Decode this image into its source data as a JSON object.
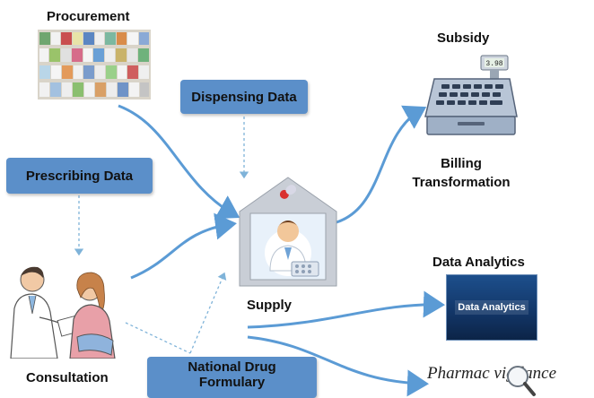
{
  "nodes": {
    "procurement": "Procurement",
    "subsidy": "Subsidy",
    "billing": "Billing\nTransformation",
    "dispensing_data": "Dispensing Data",
    "prescribing_data": "Prescribing Data",
    "supply": "Supply",
    "data_analytics": "Data Analytics",
    "data_analytics_screen": "Data Analytics",
    "consultation": "Consultation",
    "national_drug_formulary": "National Drug\nFormulary",
    "pharmacovigilance": "Pharmac  vigilance"
  },
  "register_display": "3.98",
  "colors": {
    "arrow": "#5b9bd5",
    "box": "#5b8fc9",
    "dashed": "#7fb3d9"
  }
}
